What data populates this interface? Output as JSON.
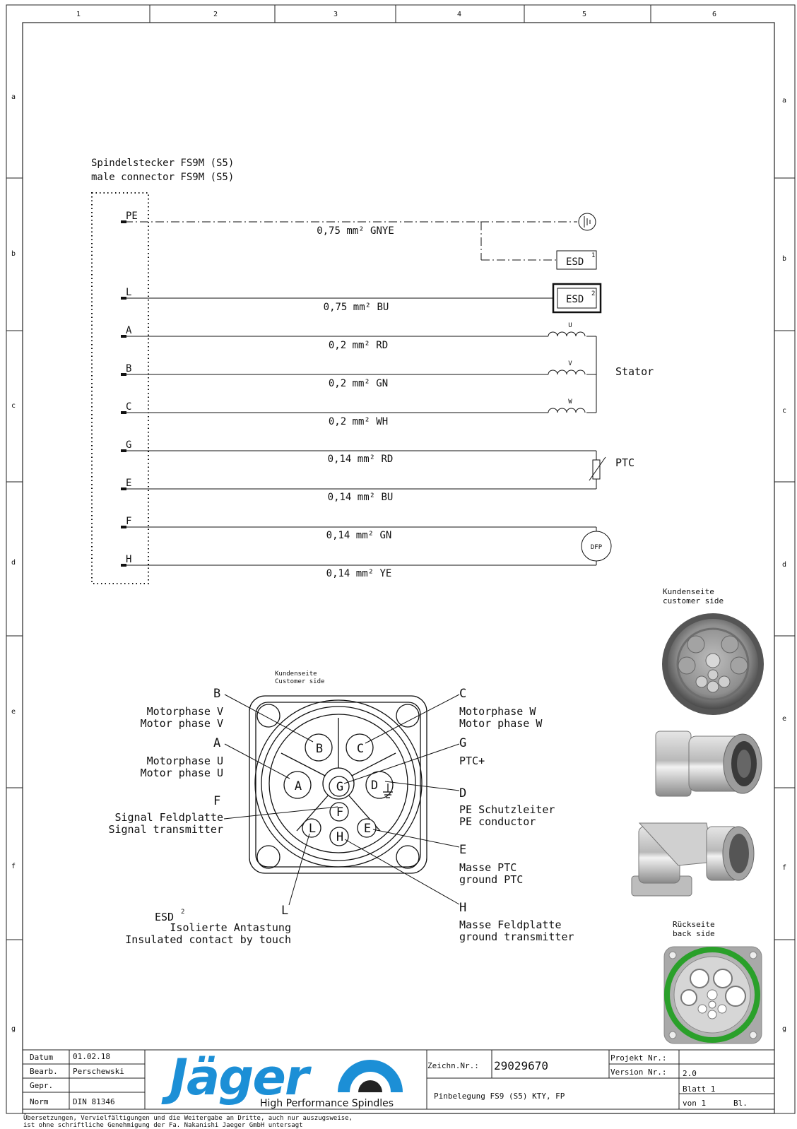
{
  "grid": {
    "columns": [
      "1",
      "2",
      "3",
      "4",
      "5",
      "6"
    ],
    "rows": [
      "a",
      "b",
      "c",
      "d",
      "e",
      "f",
      "g"
    ]
  },
  "connector": {
    "title_de": "Spindelstecker FS9M (S5)",
    "title_en": "male connector FS9M (S5)"
  },
  "wires": [
    {
      "pin": "PE",
      "spec": "0,75 mm² GNYE"
    },
    {
      "pin": "L",
      "spec": "0,75 mm² BU"
    },
    {
      "pin": "A",
      "spec": "0,2 mm² RD"
    },
    {
      "pin": "B",
      "spec": "0,2 mm² GN"
    },
    {
      "pin": "C",
      "spec": "0,2 mm² WH"
    },
    {
      "pin": "G",
      "spec": "0,14 mm² RD"
    },
    {
      "pin": "E",
      "spec": "0,14 mm² BU"
    },
    {
      "pin": "F",
      "spec": "0,14 mm² GN"
    },
    {
      "pin": "H",
      "spec": "0,14 mm² YE"
    }
  ],
  "components": {
    "esd_label": "ESD",
    "esd1_sup": "1",
    "esd2_sup": "2",
    "coil_u": "U",
    "coil_v": "V",
    "coil_w": "W",
    "stator": "Stator",
    "ptc": "PTC",
    "dfp": "DFP"
  },
  "pinout": {
    "center_caption_de": "Kundenseite",
    "center_caption_en": "Customer side",
    "pins": [
      "B",
      "C",
      "A",
      "G",
      "D",
      "F",
      "L",
      "E",
      "H"
    ],
    "callouts": {
      "B": {
        "letter": "B",
        "line1": "Motorphase V",
        "line2": "Motor phase V"
      },
      "A": {
        "letter": "A",
        "line1": "Motorphase U",
        "line2": "Motor phase U"
      },
      "F": {
        "letter": "F",
        "line1": "Signal Feldplatte",
        "line2": "Signal transmitter"
      },
      "L": {
        "letter": "L",
        "line0": "ESD",
        "sup": "2",
        "line1": "Isolierte Antastung",
        "line2": "Insulated contact by touch"
      },
      "C": {
        "letter": "C",
        "line1": "Motorphase W",
        "line2": "Motor phase W"
      },
      "G": {
        "letter": "G",
        "line1": "PTC+"
      },
      "D": {
        "letter": "D",
        "line1": "PE Schutzleiter",
        "line2": "PE conductor"
      },
      "E": {
        "letter": "E",
        "line1": "Masse PTC",
        "line2": "ground PTC"
      },
      "H": {
        "letter": "H",
        "line1": "Masse Feldplatte",
        "line2": "ground transmitter"
      }
    }
  },
  "photos": {
    "customer_de": "Kundenseite",
    "customer_en": "customer side",
    "back_de": "Rückseite",
    "back_en": "back side"
  },
  "title_block": {
    "datum_label": "Datum",
    "datum": "01.02.18",
    "bearb_label": "Bearb.",
    "bearb": "Perschewski",
    "gepr_label": "Gepr.",
    "gepr": "",
    "norm_label": "Norm",
    "norm": "DIN 81346",
    "logo_word": "Jäger",
    "logo_tagline": "High Performance Spindles",
    "zeichn_label": "Zeichn.Nr.:",
    "zeichn": "29029670",
    "title": "Pinbelegung FS9 (S5) KTY, FP",
    "projekt_label": "Projekt Nr.:",
    "projekt": "",
    "version_label": "Version Nr.:",
    "version": "2.0",
    "blatt": "Blatt 1",
    "von": "von 1",
    "bl": "Bl."
  },
  "footer": {
    "line1": "Übersetzungen, Vervielfältigungen und die Weitergabe an Dritte, auch nur auszugsweise,",
    "line2": "ist ohne schriftliche Genehmigung der Fa. Nakanishi Jaeger GmbH untersagt"
  }
}
